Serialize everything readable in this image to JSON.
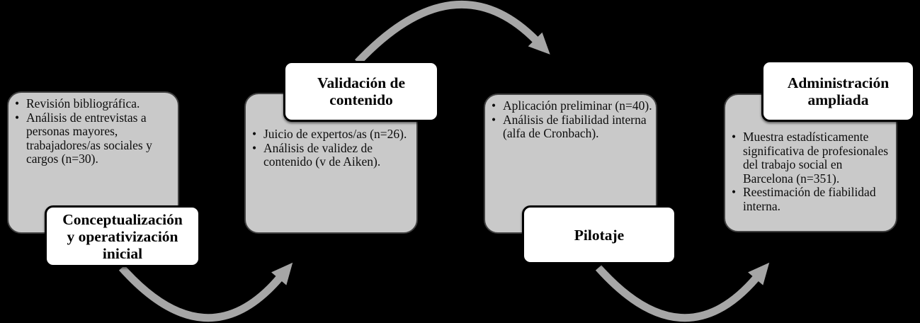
{
  "colors": {
    "background": "#000000",
    "content_box_fill": "#c9c9c9",
    "content_box_border": "#404040",
    "title_box_fill": "#ffffff",
    "title_box_border": "#000000",
    "text": "#000000",
    "arrow": "#a6a6a6"
  },
  "bullet_glyph": "•",
  "stages": [
    {
      "title_lines": [
        "Conceptualización",
        "y operativización",
        "inicial"
      ],
      "bullets": [
        {
          "lines": [
            "Revisión bibliográfica."
          ]
        },
        {
          "lines": [
            "Análisis de entrevistas a",
            "personas mayores,",
            "trabajadores/as sociales y",
            "cargos (n=30)."
          ]
        }
      ]
    },
    {
      "title_lines": [
        "Validación de",
        "contenido"
      ],
      "bullets": [
        {
          "lines": [
            "Juicio de expertos/as (n=26)."
          ]
        },
        {
          "lines": [
            "Análisis de validez de",
            "contenido (v de Aiken)."
          ]
        }
      ]
    },
    {
      "title_lines": [
        "Pilotaje"
      ],
      "bullets": [
        {
          "lines": [
            "Aplicación preliminar (n=40)."
          ]
        },
        {
          "lines": [
            "Análisis de fiabilidad interna",
            "(alfa de Cronbach)."
          ]
        }
      ]
    },
    {
      "title_lines": [
        "Administración",
        "ampliada"
      ],
      "bullets": [
        {
          "lines": [
            "Muestra estadísticamente",
            "significativa de profesionales",
            "del trabajo social en",
            "Barcelona (n=351)."
          ]
        },
        {
          "lines": [
            "Reestimación de fiabilidad",
            "interna."
          ]
        }
      ]
    }
  ]
}
